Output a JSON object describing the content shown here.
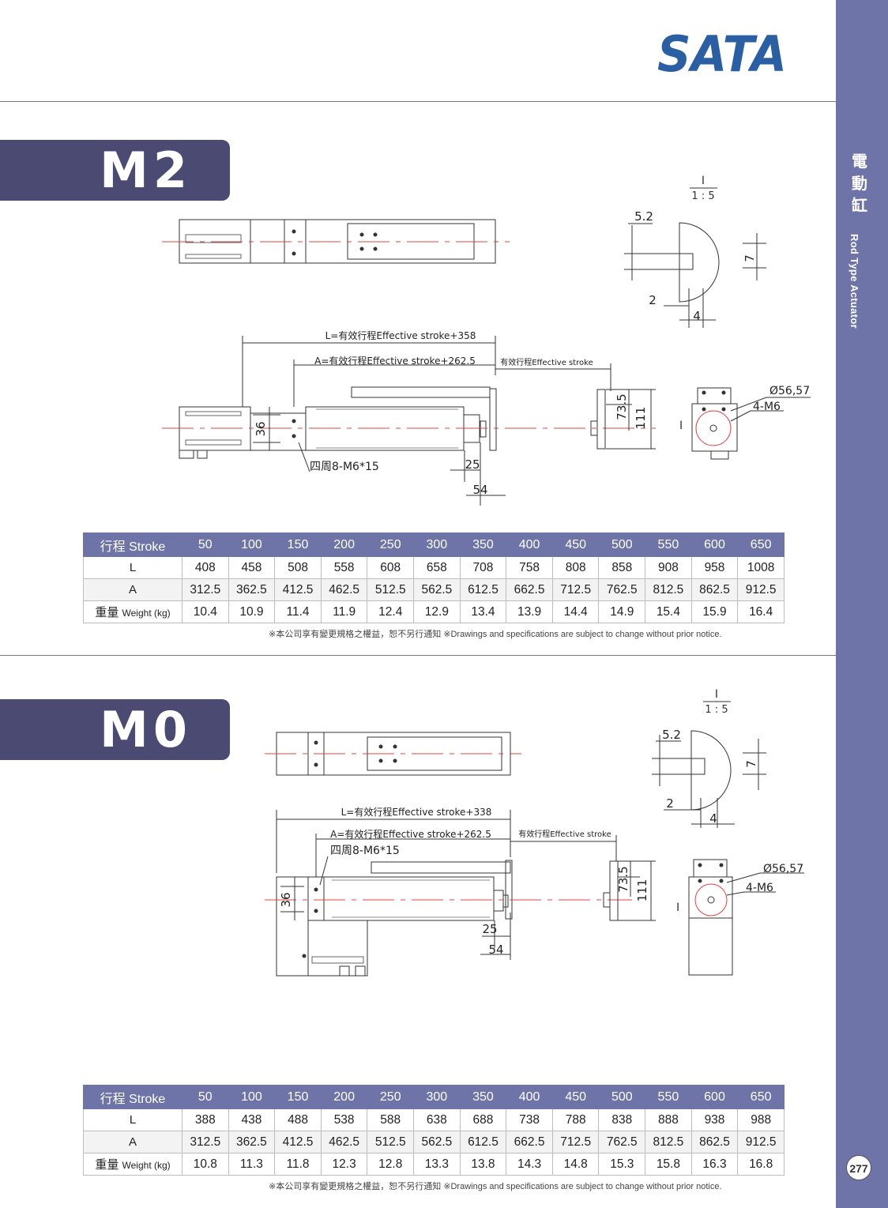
{
  "brand": {
    "logo_text": "SATA",
    "color": "#2b5fa3"
  },
  "sidebar": {
    "cn": "電動缸",
    "en": "Rod Type Actuator",
    "color": "#6e74a8"
  },
  "page_number": "277",
  "note": "※本公司享有變更規格之權益，恕不另行通知 ※Drawings and specifications are subject to change without prior notice.",
  "drawing_labels": {
    "detail_id": "I",
    "detail_scale": "1 : 5",
    "dim_5_2": "5.2",
    "dim_7": "7",
    "dim_2": "2",
    "dim_4": "4",
    "dim_36": "36",
    "dim_73_5": "73.5",
    "dim_111": "111",
    "dim_25": "25",
    "dim_54": "54",
    "dia": "Ø56,57",
    "holes": "4-M6",
    "screw": "四周8-M6*15",
    "eff_stroke": "有效行程Effective stroke",
    "a_len": "A=有效行程Effective stroke+262.5"
  },
  "m2": {
    "model": "M2",
    "l_len": "L=有效行程Effective stroke+358",
    "table": {
      "stroke_label": "行程 Stroke",
      "l_label": "L",
      "a_label": "A",
      "w_label_cn": "重量",
      "w_label_en": "Weight (kg)",
      "stroke": [
        "50",
        "100",
        "150",
        "200",
        "250",
        "300",
        "350",
        "400",
        "450",
        "500",
        "550",
        "600",
        "650"
      ],
      "L": [
        "408",
        "458",
        "508",
        "558",
        "608",
        "658",
        "708",
        "758",
        "808",
        "858",
        "908",
        "958",
        "1008"
      ],
      "A": [
        "312.5",
        "362.5",
        "412.5",
        "462.5",
        "512.5",
        "562.5",
        "612.5",
        "662.5",
        "712.5",
        "762.5",
        "812.5",
        "862.5",
        "912.5"
      ],
      "W": [
        "10.4",
        "10.9",
        "11.4",
        "11.9",
        "12.4",
        "12.9",
        "13.4",
        "13.9",
        "14.4",
        "14.9",
        "15.4",
        "15.9",
        "16.4"
      ]
    }
  },
  "m0": {
    "model": "M0",
    "l_len": "L=有效行程Effective stroke+338",
    "table": {
      "stroke_label": "行程 Stroke",
      "l_label": "L",
      "a_label": "A",
      "w_label_cn": "重量",
      "w_label_en": "Weight (kg)",
      "stroke": [
        "50",
        "100",
        "150",
        "200",
        "250",
        "300",
        "350",
        "400",
        "450",
        "500",
        "550",
        "600",
        "650"
      ],
      "L": [
        "388",
        "438",
        "488",
        "538",
        "588",
        "638",
        "688",
        "738",
        "788",
        "838",
        "888",
        "938",
        "988"
      ],
      "A": [
        "312.5",
        "362.5",
        "412.5",
        "462.5",
        "512.5",
        "562.5",
        "612.5",
        "662.5",
        "712.5",
        "762.5",
        "812.5",
        "862.5",
        "912.5"
      ],
      "W": [
        "10.8",
        "11.3",
        "11.8",
        "12.3",
        "12.8",
        "13.3",
        "13.8",
        "14.3",
        "14.8",
        "15.3",
        "15.8",
        "16.3",
        "16.8"
      ]
    }
  }
}
